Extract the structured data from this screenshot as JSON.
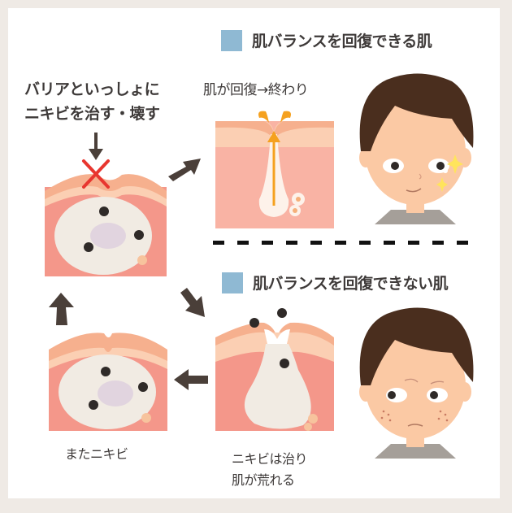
{
  "headings": {
    "can_recover": "肌バランスを回復できる肌",
    "cannot_recover": "肌バランスを回復できない肌"
  },
  "captions": {
    "barrier_line1": "バリアといっしょに",
    "barrier_line2": "ニキビを治す・壊す",
    "recovered": "肌が回復→終わり",
    "again_acne": "またニキビ",
    "healed_line1": "ニキビは治り",
    "healed_line2": "肌が荒れる"
  },
  "icons": {
    "legend_square": "square-icon",
    "arrow": "arrow-icon",
    "cross": "x-mark-icon",
    "sparkle": "sparkle-icon",
    "bacteria": "bacteria-icon"
  },
  "colors": {
    "frame": "#efeae5",
    "heading_square": "#8fb9d3",
    "text": "#3e3a39",
    "arrow": "#4a3f39",
    "skin_outer": "#f6b08e",
    "skin_dermis": "#f4978a",
    "skin_dermis_light": "#f8b4a8",
    "pore": "#f1ebe3",
    "cross": "#e8362f",
    "sebum": "#f5a11f",
    "hair": "#4a2e1e",
    "face": "#fbc9a4",
    "shirt": "#a59f99"
  }
}
